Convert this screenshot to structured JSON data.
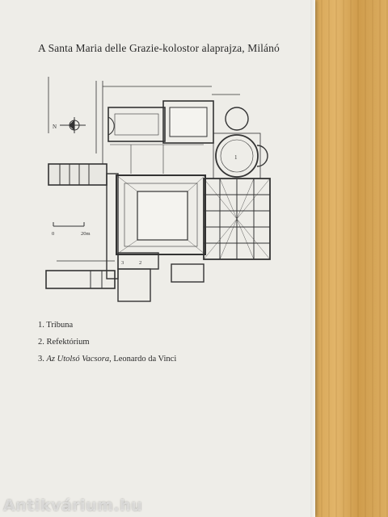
{
  "title": "A Santa Maria delle Grazie-kolostor alaprajza, Milánó",
  "plan": {
    "compass_label": "N",
    "scale_zero": "0",
    "scale_end": "20m",
    "marker_1": "1",
    "marker_2": "2",
    "marker_3": "3"
  },
  "legend": {
    "item1": "1. Tribuna",
    "item2": "2. Refektórium",
    "item3_prefix": "3. ",
    "item3_italic": "Az Utolsó Vacsora",
    "item3_suffix": ", Leonardo da Vinci"
  },
  "watermark": "Antikvárium.hu"
}
